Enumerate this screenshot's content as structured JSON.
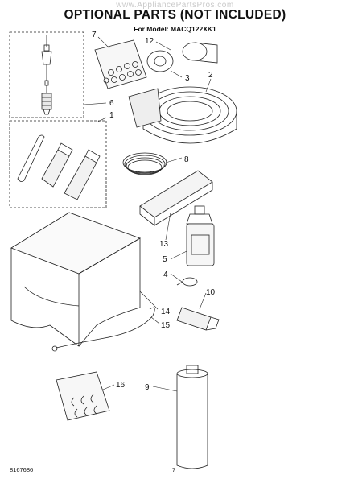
{
  "watermark": "www.AppliancePartsPros.com",
  "title": "OPTIONAL PARTS (NOT INCLUDED)",
  "subtitle": "For Model: MACQ122XK1",
  "part_numbers": {
    "p1": "1",
    "p2": "2",
    "p3": "3",
    "p4": "4",
    "p5": "5",
    "p6": "6",
    "p7": "7",
    "p8": "8",
    "p9": "9",
    "p10": "10",
    "p12": "12",
    "p13": "13",
    "p14": "14",
    "p15": "15",
    "p16": "16"
  },
  "footer": {
    "doc_number": "8167686",
    "page_number": "7"
  }
}
